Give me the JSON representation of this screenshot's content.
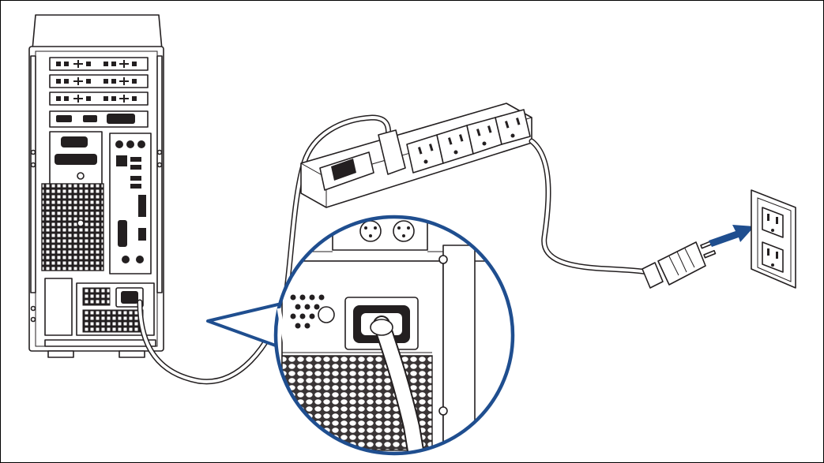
{
  "diagram": {
    "subject": "connecting-desktop-power-cord",
    "components": [
      "desktop-tower-rear",
      "power-cord",
      "power-strip",
      "power-plug",
      "wall-outlet",
      "magnified-psu-inlet-callout"
    ],
    "colors": {
      "line": "#231f20",
      "callout": "#1f4e8f",
      "arrow": "#1f4e8f",
      "background": "#ffffff"
    },
    "strip_outlets": 4
  }
}
